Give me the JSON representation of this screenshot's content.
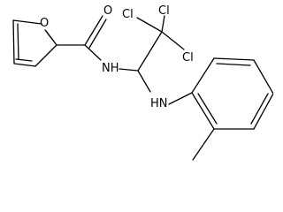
{
  "labels": {
    "carbonyl_oxygen": "O",
    "furan_oxygen": "O",
    "amide_nitrogen": "NH",
    "amine_nitrogen": "HN",
    "chlorine_1": "Cl",
    "chlorine_2": "Cl",
    "chlorine_3": "Cl"
  }
}
